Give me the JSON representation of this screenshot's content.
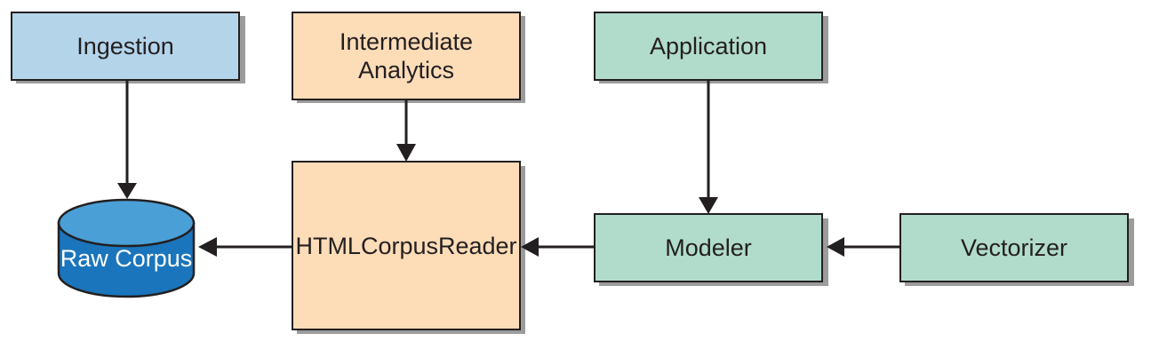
{
  "colors": {
    "blue_box": "#b4d4ea",
    "orange_box": "#fddcb8",
    "green_box": "#b1dccb",
    "cylinder": "#1a75bc",
    "cylinder_top": "#4a9fd6",
    "stroke": "#231f20",
    "shadow": "#9c9c9c"
  },
  "nodes": {
    "ingestion": "Ingestion",
    "intermediate_analytics_line1": "Intermediate",
    "intermediate_analytics_line2": "Analytics",
    "application": "Application",
    "raw_corpus": "Raw Corpus",
    "html_corpus_reader": "HTMLCorpusReader",
    "modeler": "Modeler",
    "vectorizer": "Vectorizer"
  },
  "edges": [
    {
      "from": "Ingestion",
      "to": "Raw Corpus"
    },
    {
      "from": "Intermediate Analytics",
      "to": "HTMLCorpusReader"
    },
    {
      "from": "Application",
      "to": "Modeler"
    },
    {
      "from": "HTMLCorpusReader",
      "to": "Raw Corpus"
    },
    {
      "from": "Modeler",
      "to": "HTMLCorpusReader"
    },
    {
      "from": "Vectorizer",
      "to": "Modeler"
    }
  ]
}
